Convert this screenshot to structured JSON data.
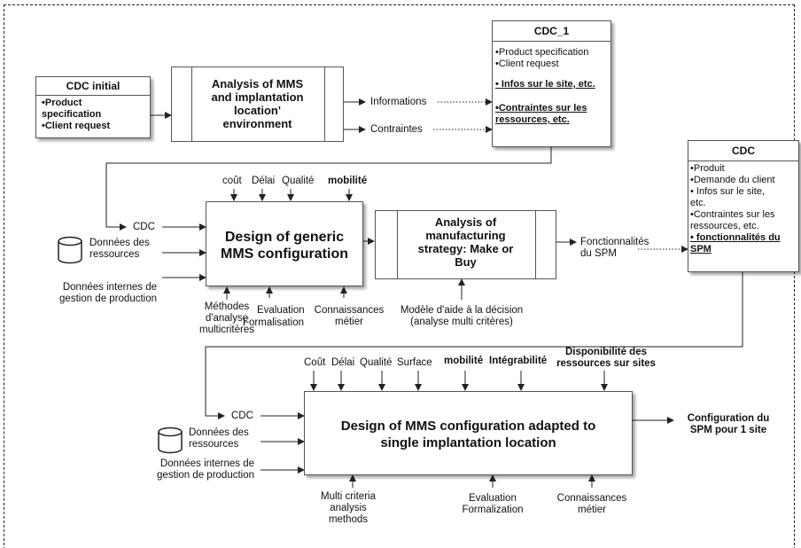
{
  "cdc_initial": {
    "title": "CDC initial",
    "items": [
      "•Product",
      "specification",
      "•Client request"
    ]
  },
  "process_analysis": {
    "title": [
      "Analysis of MMS",
      "and implantation",
      "location'",
      "environment"
    ]
  },
  "outputs_top": {
    "informations": "Informations",
    "contraintes": "Contraintes"
  },
  "cdc_1": {
    "title": "CDC_1",
    "items": [
      "•Product specification",
      "•Client request"
    ],
    "infos": "• Infos sur le site, etc.",
    "contraintes_1": "•Contraintes sur  les",
    "contraintes_2": "ressources, etc."
  },
  "cdc_box": {
    "title": "CDC",
    "items": [
      "•Produit",
      "•Demande du client",
      "• Infos sur le site,",
      "etc.",
      "•Contraintes sur  les",
      "ressources, etc."
    ],
    "fonct_1": "• fonctionnalités du",
    "fonct_2": "SPM"
  },
  "process_generic": {
    "title": [
      "Design of generic",
      "MMS configuration"
    ],
    "controls": {
      "cout": "coût",
      "delai": "Délai",
      "qualite": "Qualité",
      "mobilite": "mobilité"
    },
    "inputs": {
      "cdc": "CDC",
      "donnees_1": "Données des",
      "donnees_2": "ressources",
      "internes_1": "Données internes de",
      "internes_2": "gestion de production"
    },
    "mechanisms": {
      "methodes": [
        "Méthodes",
        "d'analyse",
        "multicritères"
      ],
      "evaluation": "Evaluation",
      "formalisation": "Formalisation",
      "connaissances_1": "Connaissances",
      "connaissances_2": "métier"
    }
  },
  "process_strategy": {
    "title": [
      "Analysis of",
      "manufacturing",
      "strategy: Make or",
      "Buy"
    ],
    "output_1": "Fonctionnalités",
    "output_2": "du SPM",
    "mechanism_1": "Modèle d'aide à la décision",
    "mechanism_2": "(analyse multi critères)"
  },
  "process_adapted": {
    "title": [
      "Design of MMS configuration adapted to",
      "single implantation location"
    ],
    "controls": {
      "cout": "Coût",
      "delai": "Délai",
      "qualite": "Qualité",
      "surface": "Surface",
      "mobilite": "mobilité",
      "integrabilite": "Intégrabilité",
      "dispo_1": "Disponibilité des",
      "dispo_2": "ressources sur sites"
    },
    "inputs": {
      "cdc": "CDC",
      "donnees_1": "Données des",
      "donnees_2": "ressources",
      "internes_1": "Données internes de",
      "internes_2": "gestion de production"
    },
    "output_1": "Configuration du",
    "output_2": "SPM pour 1 site",
    "mechanisms": {
      "multi": [
        "Multi criteria",
        "analysis",
        "methods"
      ],
      "evaluation": "Evaluation",
      "formalization": "Formalization",
      "connaissances_1": "Connaissances",
      "connaissances_2": "métier"
    }
  }
}
